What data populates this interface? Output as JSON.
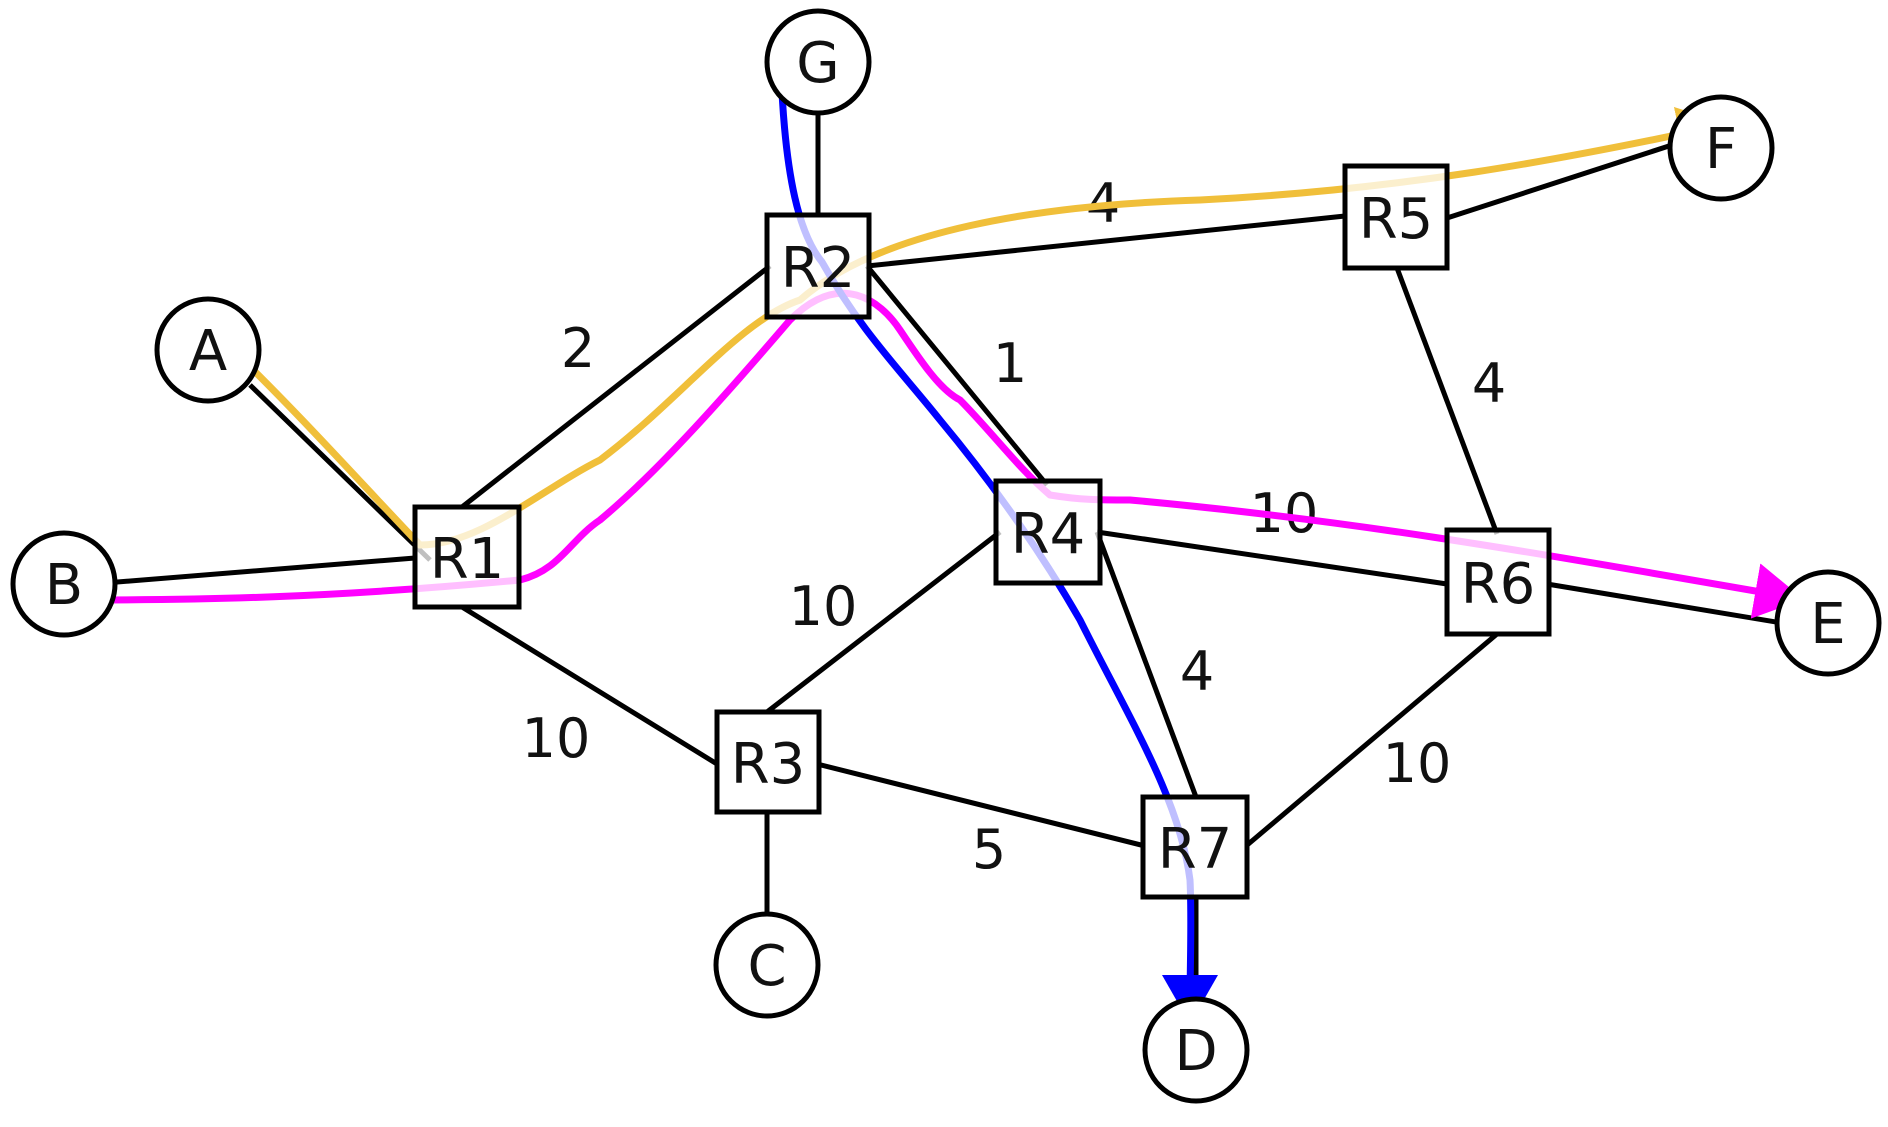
{
  "diagram": {
    "routers": [
      "R1",
      "R2",
      "R3",
      "R4",
      "R5",
      "R6",
      "R7"
    ],
    "hosts": [
      "A",
      "B",
      "C",
      "D",
      "E",
      "F",
      "G"
    ],
    "links": [
      {
        "from": "A",
        "to": "R1"
      },
      {
        "from": "B",
        "to": "R1"
      },
      {
        "from": "G",
        "to": "R2"
      },
      {
        "from": "C",
        "to": "R3"
      },
      {
        "from": "D",
        "to": "R7"
      },
      {
        "from": "E",
        "to": "R6"
      },
      {
        "from": "F",
        "to": "R5"
      },
      {
        "from": "R1",
        "to": "R2",
        "weight": "2"
      },
      {
        "from": "R1",
        "to": "R3",
        "weight": "10"
      },
      {
        "from": "R2",
        "to": "R4",
        "weight": "1"
      },
      {
        "from": "R2",
        "to": "R5",
        "weight": "4"
      },
      {
        "from": "R3",
        "to": "R4",
        "weight": "10"
      },
      {
        "from": "R3",
        "to": "R7",
        "weight": "5"
      },
      {
        "from": "R4",
        "to": "R6",
        "weight": "10"
      },
      {
        "from": "R4",
        "to": "R7",
        "weight": "4"
      },
      {
        "from": "R5",
        "to": "R6",
        "weight": "4"
      },
      {
        "from": "R6",
        "to": "R7",
        "weight": "10"
      }
    ],
    "paths": [
      {
        "from": "A",
        "to": "F",
        "color": "#f0bf3a",
        "route": [
          "A",
          "R1",
          "R2",
          "R5",
          "F"
        ]
      },
      {
        "from": "B",
        "to": "E",
        "color": "#ff00ff",
        "route": [
          "B",
          "R1",
          "R2",
          "R4",
          "R6",
          "E"
        ]
      },
      {
        "from": "G",
        "to": "D",
        "color": "#0000ff",
        "route": [
          "G",
          "R2",
          "R4",
          "R7",
          "D"
        ]
      }
    ]
  }
}
